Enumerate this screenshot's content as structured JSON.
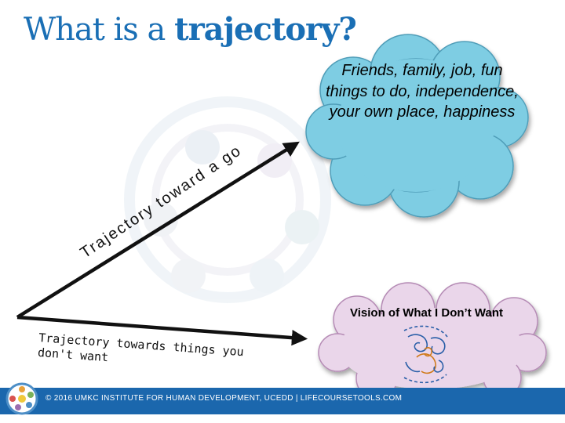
{
  "slide": {
    "title_plain": "What is a ",
    "title_bold": "trajectory?"
  },
  "arrows": {
    "upper_label": "Trajectory toward a good life",
    "lower_label": "Trajectory towards things you don't want"
  },
  "clouds": {
    "good_life_text": "Friends, family, job, fun things to do, independence, your own place, happiness",
    "dont_want_label": "Vision of What I Don’t Want"
  },
  "footer": {
    "text": "© 2016 UMKC INSTITUTE FOR HUMAN DEVELOPMENT, UCEDD | LIFECOURSETOOLS.COM"
  },
  "colors": {
    "title_blue": "#1a6fb5",
    "good_cloud_fill": "#7ecde3",
    "bad_cloud_fill": "#ead6ea",
    "footer_blue": "#1b67ad",
    "arrow_color": "#111111"
  },
  "icons": [
    "watermark-circle-logo",
    "swirl-doodle-icon",
    "lifecourse-logo-icon"
  ]
}
